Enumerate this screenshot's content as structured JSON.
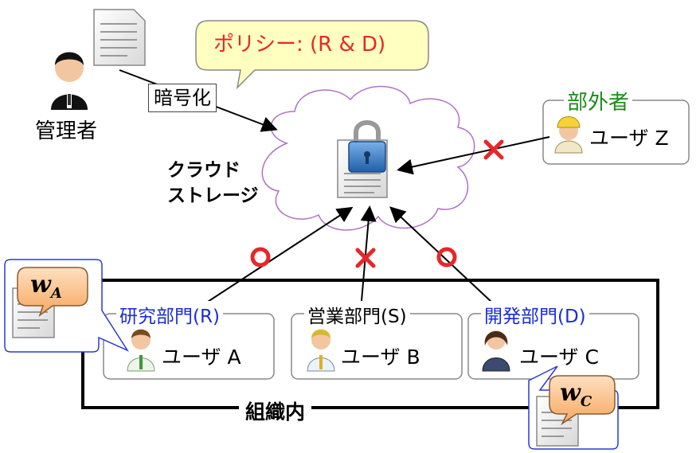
{
  "admin": {
    "label": "管理者"
  },
  "encrypt": {
    "label": "暗号化"
  },
  "policy": {
    "text": "ポリシー: (R & D)"
  },
  "cloud": {
    "line1": "クラウド",
    "line2": "ストレージ"
  },
  "outsider": {
    "title": "部外者",
    "user": "ユーザ Z"
  },
  "departments": [
    {
      "title": "研究部門(R)",
      "user": "ユーザ A"
    },
    {
      "title": "営業部門(S)",
      "user": "ユーザ B"
    },
    {
      "title": "開発部門(D)",
      "user": "ユーザ C"
    }
  ],
  "org": {
    "label": "組織内"
  },
  "keys": [
    {
      "symbol": "w",
      "sub": "A"
    },
    {
      "symbol": "w",
      "sub": "C"
    }
  ],
  "access_marks": {
    "allowed": "○",
    "denied": "×"
  },
  "colors": {
    "policy_text": "#e8262a",
    "policy_bubble": "#ffffc0",
    "dept_blue": "#1a2ed6",
    "outsider_green": "#1a8c1a",
    "mark_red": "#e8262a",
    "key_bubble": "#ffc896",
    "cloud_outline": "#b070c8"
  }
}
